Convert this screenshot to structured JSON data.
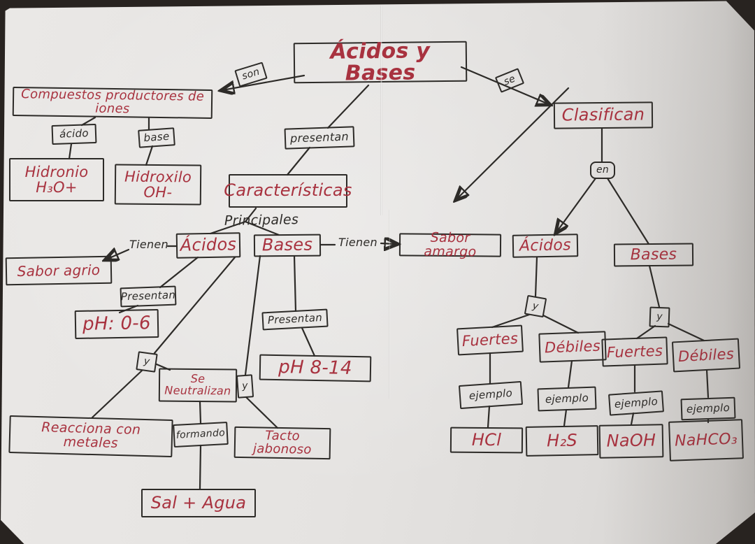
{
  "colors": {
    "red": "#a8323f",
    "ink": "#2d2b28",
    "paper": "#e5e3e1",
    "background": "#282320"
  },
  "diagram_title": "Ácidos y Bases",
  "nodes": {
    "title": "Ácidos y Bases",
    "son": "son",
    "se": "se",
    "compuestos": "Compuestos productores de iones",
    "acido": "ácido",
    "base": "base",
    "hidronio1": "Hidronio",
    "hidronio2": "H₃O+",
    "hidroxilo1": "Hidroxilo",
    "hidroxilo2": "OH-",
    "presentan_top": "presentan",
    "caracteristicas": "Características",
    "principales": "Principales",
    "acidos_mid": "Ácidos",
    "bases_mid": "Bases",
    "tienen_left": "Tienen",
    "tienen_right": "Tienen",
    "sabor_agrio": "Sabor agrio",
    "presentan_acidos": "Presentan",
    "ph_acidos": "pH: 0-6",
    "sabor_amargo": "Sabor amargo",
    "y1": "y",
    "se_neutralizan1": "Se",
    "se_neutralizan2": "Neutralizan",
    "y2": "y",
    "presentan_bases": "Presentan",
    "ph_bases": "pH 8-14",
    "reacciona": "Reacciona con metales",
    "formando": "formando",
    "tacto": "Tacto jabonoso",
    "sal_agua": "Sal + Agua",
    "clasifican": "Clasifican",
    "en": "en",
    "acidos_right": "Ácidos",
    "bases_right": "Bases",
    "y3": "y",
    "y4": "y",
    "fuertes_acidos": "Fuertes",
    "debiles_acidos": "Débiles",
    "fuertes_bases": "Fuertes",
    "debiles_bases": "Débiles",
    "ejemplo1": "ejemplo",
    "ejemplo2": "ejemplo",
    "ejemplo3": "ejemplo",
    "ejemplo4": "ejemplo",
    "hcl": "HCl",
    "h2s": "H₂S",
    "naoh": "NaOH",
    "nahco3": "NaHCO₃"
  }
}
